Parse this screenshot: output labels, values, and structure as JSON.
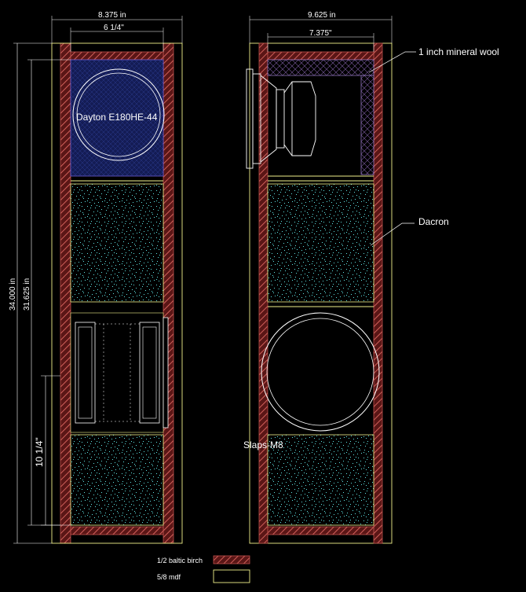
{
  "colors": {
    "background": "#000000",
    "birch_hatch": "#c0504d",
    "birch_fill": "#7a1f1f",
    "mdf_line": "#f0f08a",
    "line_white": "#ffffff",
    "dacron_dots": "#5fe3e3",
    "wool_hatch": "#b09be0",
    "cavity_blue": "#1a2466",
    "leader": "#ffffff"
  },
  "front_view": {
    "width_dim": "8.375 in",
    "inner_width_dim": "6 1/4\"",
    "height_dim_outer": "34.000 in",
    "height_dim_inner": "31.625 in",
    "port_height_dim": "10 1/4\"",
    "driver_label": "Dayton E180HE-44"
  },
  "side_view": {
    "width_dim": "9.625 in",
    "inner_width_dim": "7.375\"",
    "wool_label": "1 inch mineral wool",
    "dacron_label": "Dacron",
    "passive_label": "Slaps-M8"
  },
  "legend": {
    "birch_label": "1/2 baltic birch",
    "mdf_label": "5/8 mdf"
  }
}
